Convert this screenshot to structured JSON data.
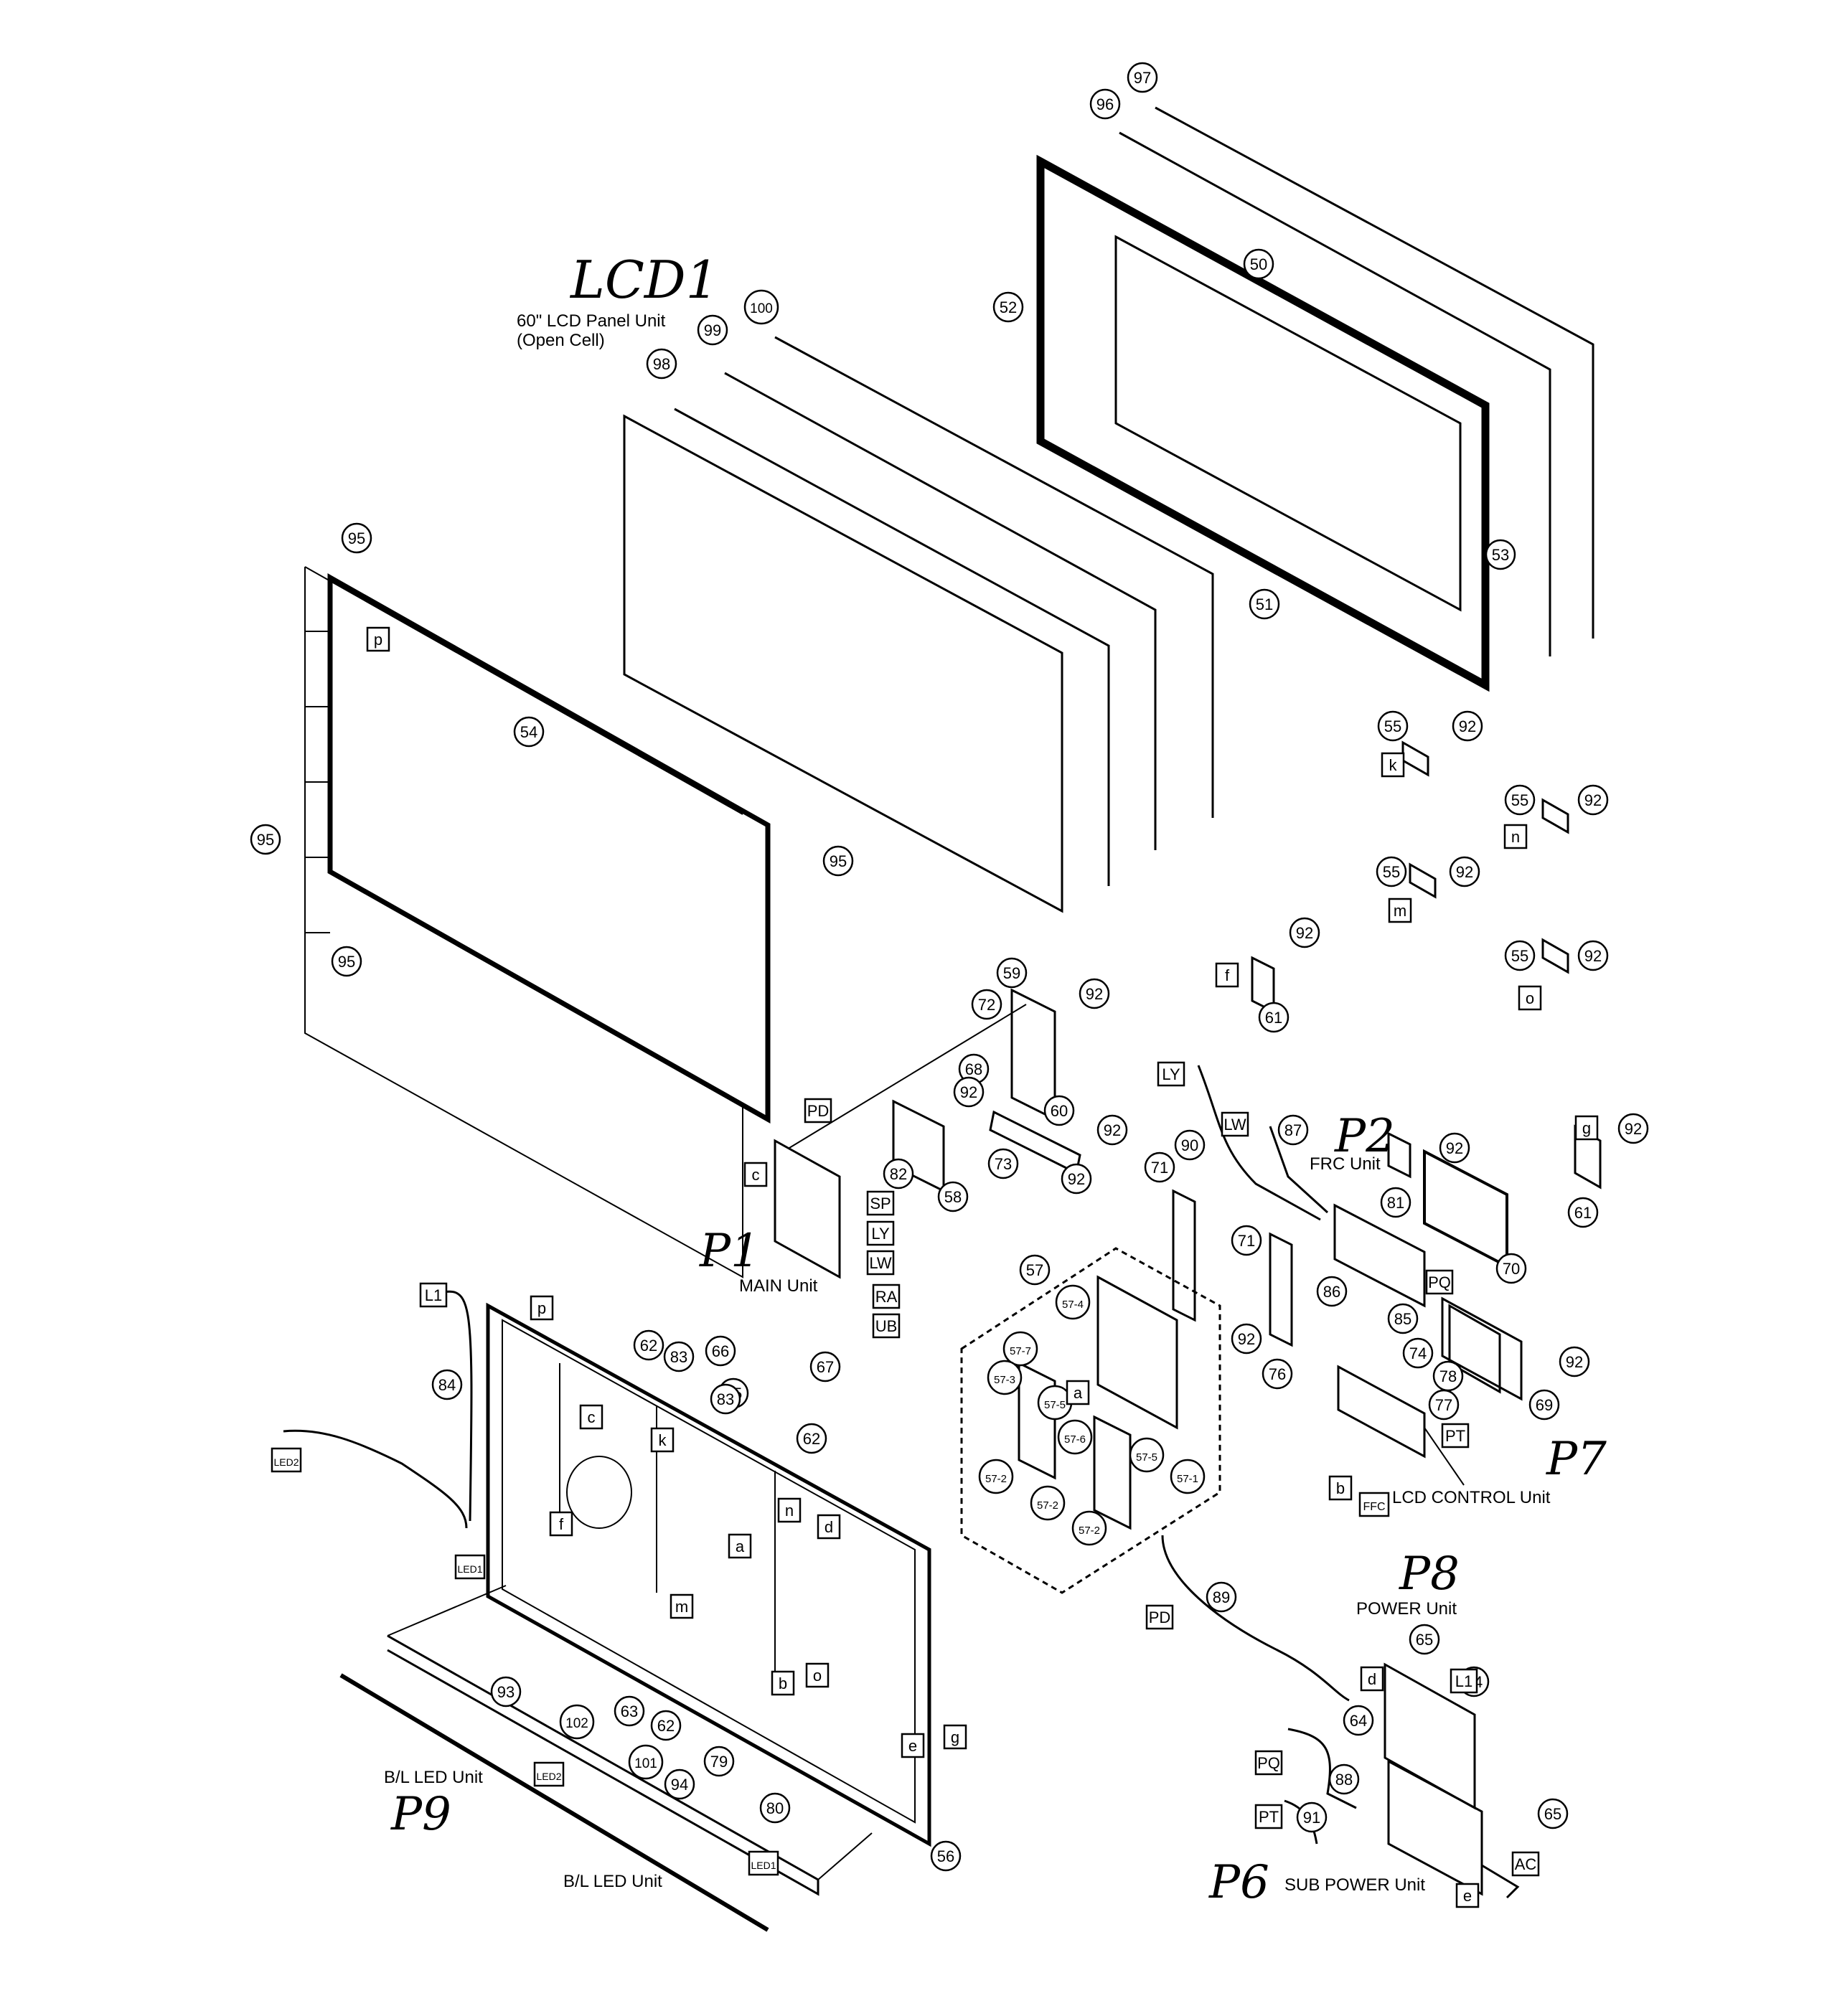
{
  "diagram": {
    "handwritten": {
      "lcd1": "LCD1",
      "p1": "P1",
      "p2": "P2",
      "p6": "P6",
      "p7": "P7",
      "p8": "P8",
      "p9": "P9"
    },
    "unit_labels": {
      "lcd_panel_line1": "60\" LCD Panel Unit",
      "lcd_panel_line2": "(Open Cell)",
      "main_unit": "MAIN Unit",
      "frc_unit": "FRC Unit",
      "lcd_control_unit": "LCD CONTROL Unit",
      "power_unit": "POWER Unit",
      "sub_power_unit": "SUB POWER Unit",
      "bl_led_unit_1": "B/L LED Unit",
      "bl_led_unit_2": "B/L LED Unit"
    },
    "part_numbers": [
      "97",
      "96",
      "50",
      "52",
      "53",
      "51",
      "100",
      "99",
      "98",
      "95",
      "95",
      "95",
      "95",
      "54",
      "55",
      "92",
      "55",
      "92",
      "55",
      "92",
      "55",
      "92",
      "92",
      "61",
      "92",
      "61",
      "59",
      "92",
      "72",
      "68",
      "60",
      "92",
      "73",
      "92",
      "58",
      "82",
      "92",
      "71",
      "71",
      "57",
      "57-4",
      "57-7",
      "57-3",
      "57-5",
      "57-6",
      "57-5",
      "57-2",
      "57-2",
      "57-2",
      "57-1",
      "92",
      "76",
      "90",
      "87",
      "81",
      "92",
      "70",
      "86",
      "85",
      "74",
      "78",
      "77",
      "69",
      "92",
      "62",
      "66",
      "83",
      "75",
      "83",
      "67",
      "62",
      "84",
      "93",
      "102",
      "63",
      "62",
      "101",
      "94",
      "79",
      "80",
      "56",
      "89",
      "65",
      "64",
      "64",
      "88",
      "91",
      "65"
    ],
    "connector_tags": [
      "p",
      "k",
      "n",
      "m",
      "o",
      "f",
      "g",
      "c",
      "PD",
      "SP",
      "LY",
      "LW",
      "RA",
      "UB",
      "LY",
      "LW",
      "a",
      "PQ",
      "PT",
      "b",
      "FFC",
      "L1",
      "LED2",
      "LED1",
      "p",
      "c",
      "k",
      "n",
      "d",
      "f",
      "a",
      "m",
      "b",
      "o",
      "e",
      "g",
      "LED2",
      "LED1",
      "PD",
      "d",
      "L1",
      "PQ",
      "PT",
      "AC",
      "e"
    ]
  }
}
